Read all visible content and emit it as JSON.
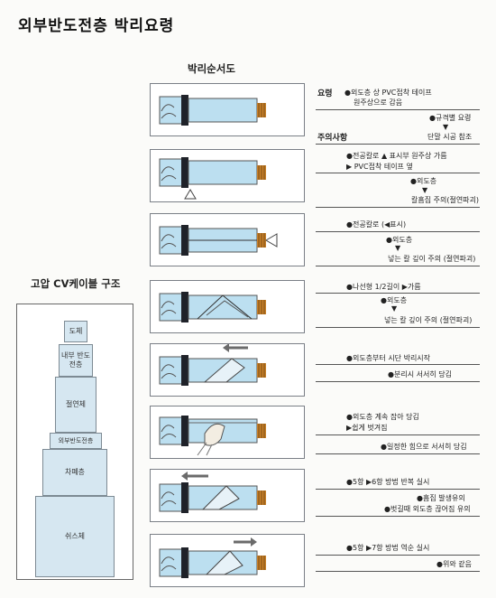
{
  "title": "외부반도전층 박리요령",
  "procedure_title": "박리순서도",
  "structure_title": "고압 CV케이블 구조",
  "structure_layers": [
    {
      "label": "도체"
    },
    {
      "label": "내부 반도전층"
    },
    {
      "label": "절연체"
    },
    {
      "label": "외부반도전층"
    },
    {
      "label": "차폐층"
    },
    {
      "label": "쉬스체"
    }
  ],
  "labels": {
    "yoryeong": "요령",
    "caution": "주의사항"
  },
  "notes": [
    "●외도층 상 PVC접착 테이프",
    "원주상으로 감음",
    "●규격별 요령",
    "▼",
    "단말 시공 참조",
    "●전공칼로 ▲ 표시부 원주상 가름",
    "▶ PVC접착 테이프 옆",
    "●외도층",
    "▼",
    "칼흠집 주의(절연파괴)",
    "●전공칼로 (◀표시)",
    "●외도층",
    "▼",
    "넣는 칼 깊이 주의 (절연파괴)",
    "●나선형 1/2길이 ▶가름",
    "●외도층",
    "▼",
    "넣는 칼 깊이 주의 (절연파괴)",
    "●외도층부터 시단 박리시작",
    "●분리시 서서히 당김",
    "●외도층 계속 잡아 당김",
    "▶쉽게 벗겨짐",
    "●일정한 힘으로 서서히 당김",
    "●5항 ▶6항 방법 반복 실시",
    "●흠집 발생유의",
    "●벗길때 외도층 끊어짐 유의",
    "●5항 ▶7항 방법 역순 실시",
    "●위와 같음"
  ],
  "colors": {
    "cable": "#bcdff0",
    "insulation": "#d6e7f1",
    "band": "#1f2229",
    "conductor": "#c8812a",
    "arrow": "#6b6b6b"
  }
}
